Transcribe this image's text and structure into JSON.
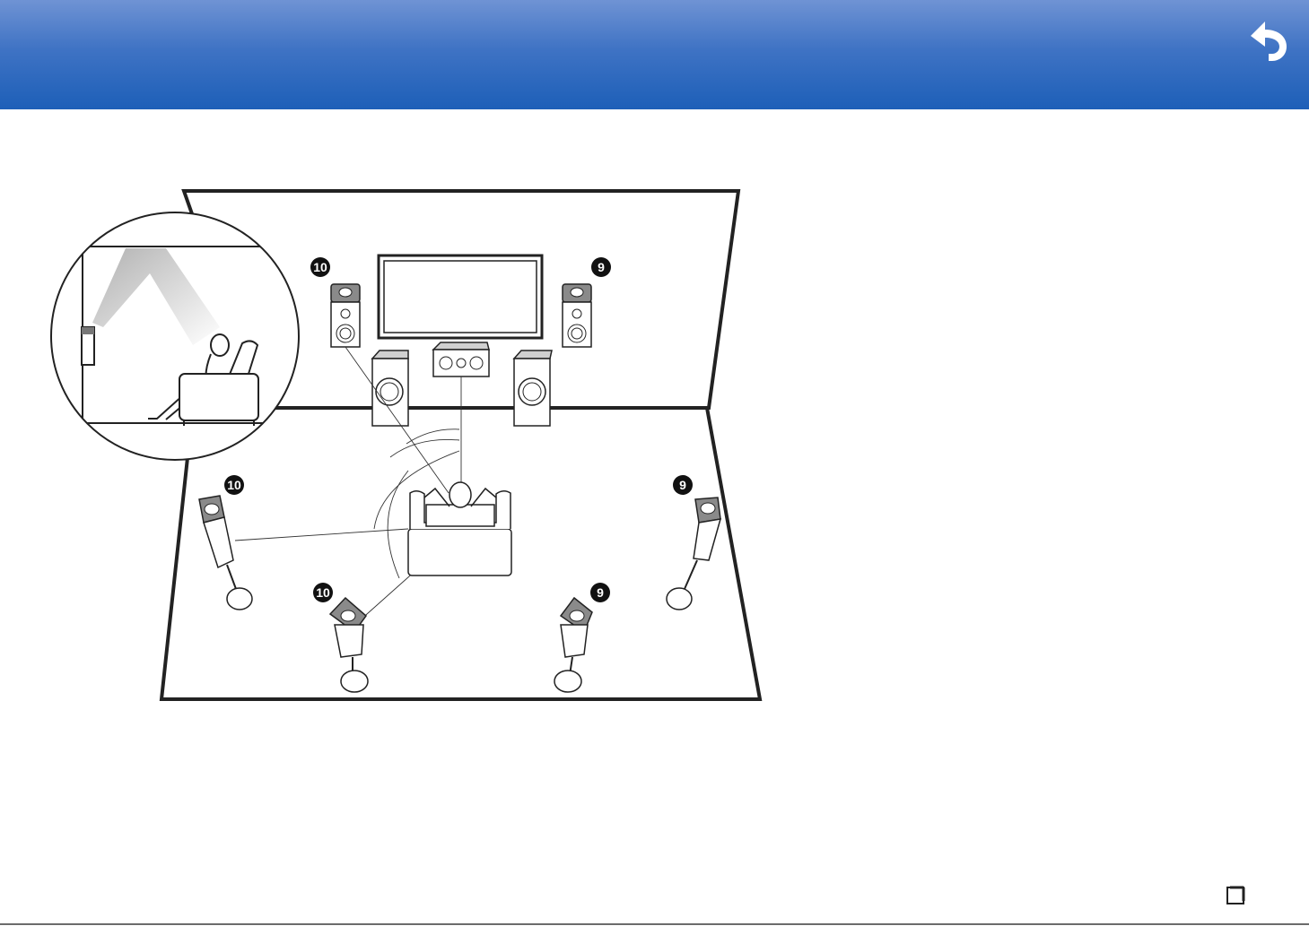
{
  "header": {
    "back_icon": "back-arrow-icon",
    "gradient_top": "#6f93d4",
    "gradient_bottom": "#1d5fb8"
  },
  "diagram": {
    "badges": {
      "front_high_left": "10",
      "front_high_right": "9",
      "surround_left": "10",
      "surround_right": "9",
      "surround_back_left": "10",
      "surround_back_right": "9"
    }
  },
  "footer": {
    "page_icon": "page-icon"
  }
}
